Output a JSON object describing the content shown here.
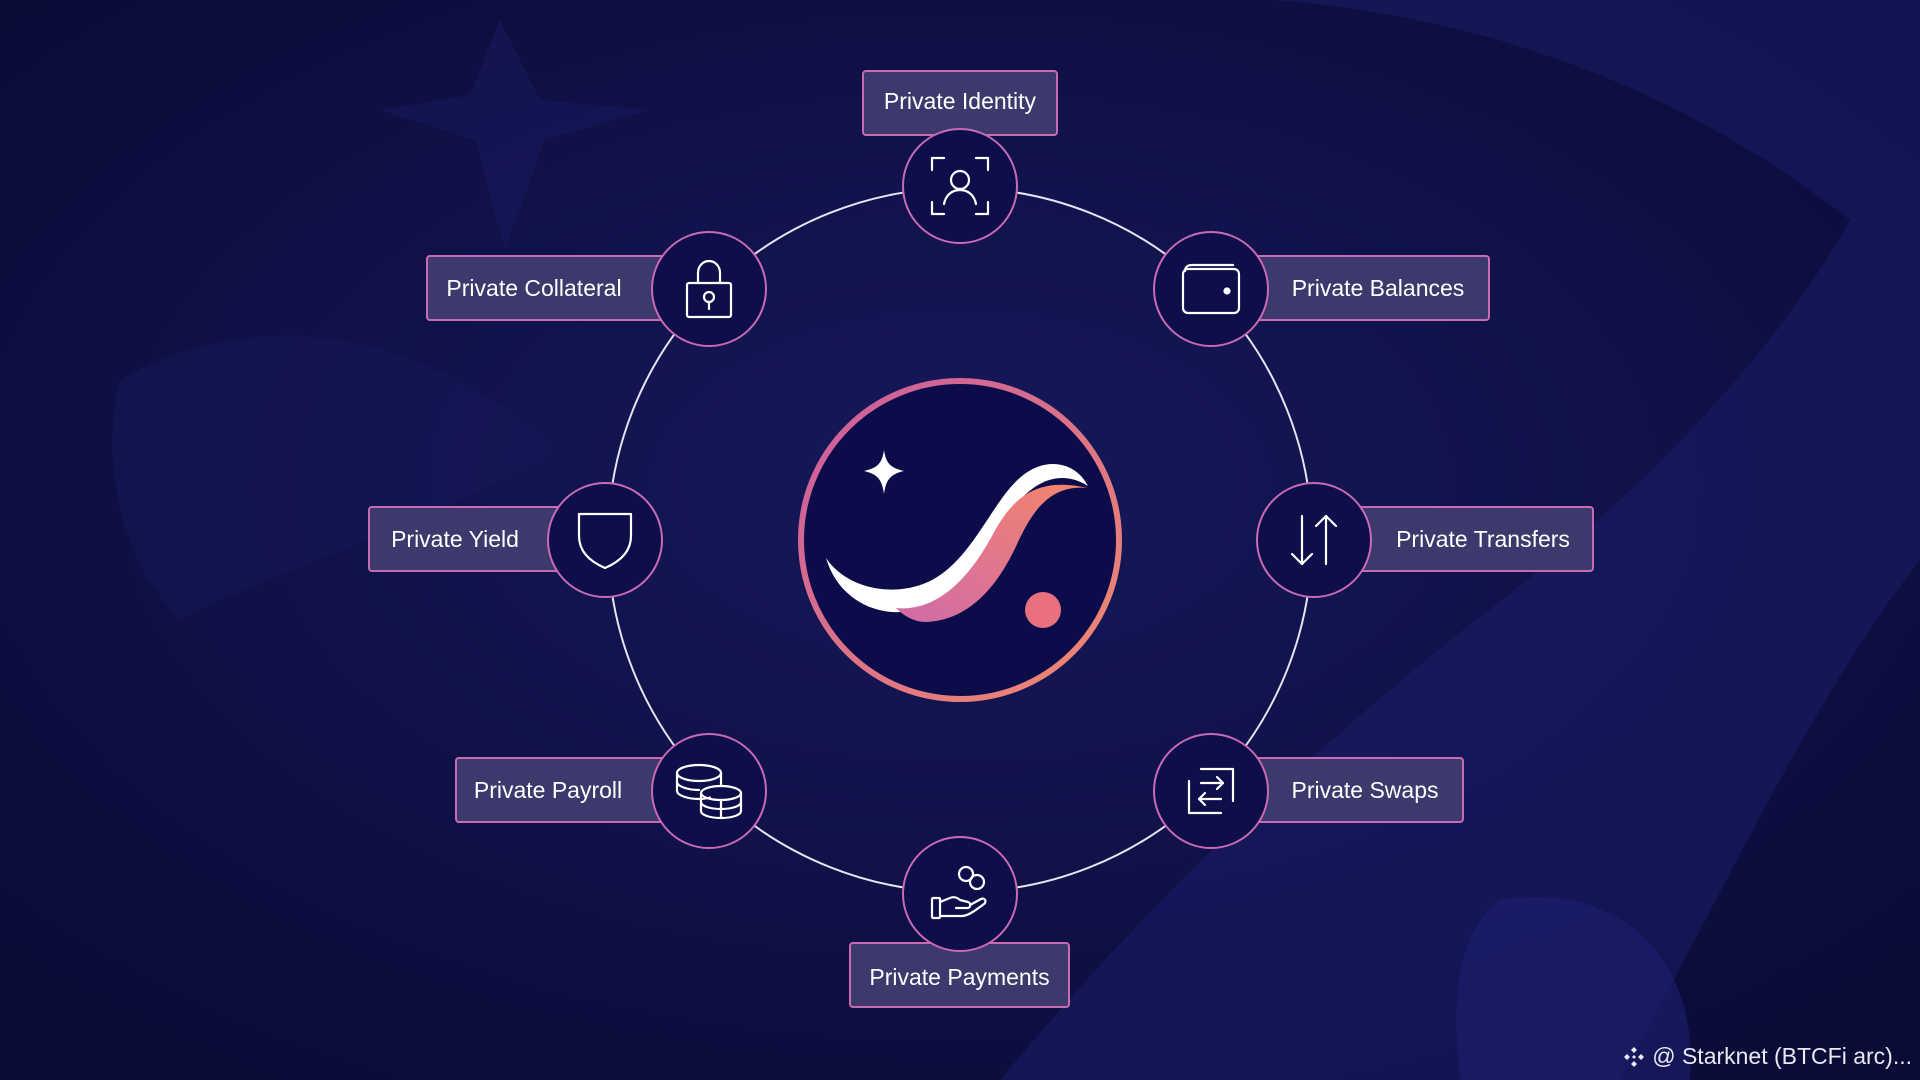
{
  "diagram": {
    "nodes": [
      {
        "id": "identity",
        "label": "Private Identity",
        "icon": "user-scan-icon"
      },
      {
        "id": "balances",
        "label": "Private Balances",
        "icon": "wallet-icon"
      },
      {
        "id": "transfers",
        "label": "Private Transfers",
        "icon": "arrows-up-down-icon"
      },
      {
        "id": "swaps",
        "label": "Private Swaps",
        "icon": "swap-arrows-icon"
      },
      {
        "id": "payments",
        "label": "Private Payments",
        "icon": "hand-coins-icon"
      },
      {
        "id": "payroll",
        "label": "Private Payroll",
        "icon": "coin-stack-icon"
      },
      {
        "id": "yield",
        "label": "Private Yield",
        "icon": "shield-icon"
      },
      {
        "id": "collateral",
        "label": "Private Collateral",
        "icon": "padlock-icon"
      }
    ],
    "center": {
      "icon": "starknet-logo-icon"
    }
  },
  "watermark": {
    "text": "@ Starknet (BTCFi arc)...",
    "icon": "binance-logo-icon"
  },
  "colors": {
    "background": "#0c0d3e",
    "accent_pink": "#c86ab4",
    "label_fill": "#3c3a6c",
    "logo_gradient_start": "#c95ba0",
    "logo_gradient_end": "#f08a6e"
  }
}
